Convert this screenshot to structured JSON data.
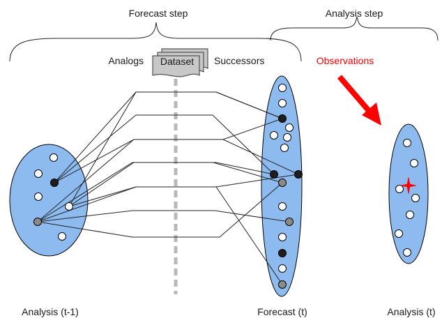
{
  "labels": {
    "forecast_step": "Forecast step",
    "analysis_step": "Analysis step",
    "analogs": "Analogs",
    "dataset": "Dataset",
    "successors": "Successors",
    "observations": "Observations",
    "analysis_prev": "Analysis (t-1)",
    "forecast_t": "Forecast (t)",
    "analysis_t": "Analysis (t)"
  },
  "colors": {
    "ensemble_fill": "#8dbbf0",
    "observations": "#ff0000",
    "dataset_icon": "#c8c8c8"
  }
}
